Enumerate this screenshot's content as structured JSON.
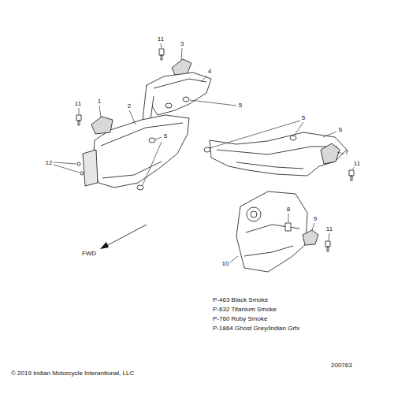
{
  "diagram": {
    "labels": [
      "11",
      "3",
      "4",
      "5",
      "11",
      "1",
      "2",
      "5",
      "12",
      "5",
      "6",
      "7",
      "11",
      "8",
      "9",
      "11",
      "10",
      "FWD",
      "P-463 Black Smoke",
      "P-632 Titanium Smoke",
      "P-760 Ruby Smoke",
      "P-1864 Ghost Grey/Indian Grfx",
      "© 2019 Indian Motorcycle Interantional, LLC",
      "200763"
    ]
  }
}
